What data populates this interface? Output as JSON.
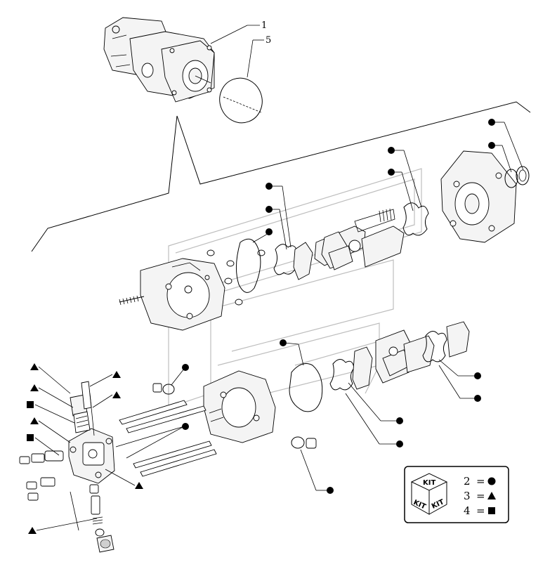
{
  "callouts": {
    "pump_assembly_ref": "1",
    "oring_ref": "5"
  },
  "legend": {
    "box_label": "KIT",
    "entries": [
      {
        "number": "2",
        "equals": "=",
        "symbol": "circle"
      },
      {
        "number": "3",
        "equals": "=",
        "symbol": "triangle"
      },
      {
        "number": "4",
        "equals": "=",
        "symbol": "square"
      }
    ]
  },
  "symbols": {
    "circle": "filled-circle-marker",
    "triangle": "filled-triangle-marker",
    "square": "filled-square-marker"
  }
}
